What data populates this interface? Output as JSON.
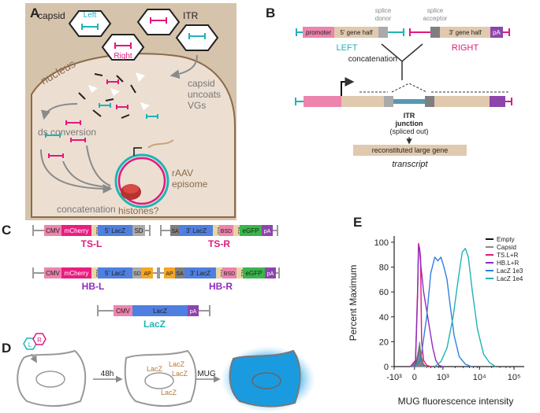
{
  "panels": {
    "A": "A",
    "B": "B",
    "C": "C",
    "D": "D",
    "E": "E"
  },
  "colors": {
    "cyan": "#1fb3b8",
    "magenta": "#e0197d",
    "purple": "#8e2bbf",
    "tan": "#e0c9ae",
    "cellbg": "#d6c3ab",
    "nucleusbg": "#ecdfd2",
    "cmv": "#ec84ad",
    "mcherry": "#e91e80",
    "lacz": "#4f7fe0",
    "sd": "#aaaaaa",
    "ap": "#f5a623",
    "bsd": "#ec84ad",
    "egfp": "#39b54a",
    "pa": "#8e44ad",
    "sa": "#7f7f7f",
    "t2a": "#e9d4a6"
  },
  "icons": [
    "capsid-hexagon-icon",
    "itr-hairpin-icon",
    "histone-icon",
    "promoter-arrow-icon",
    "virus-particle-icon",
    "cell-outline-icon"
  ],
  "panelA": {
    "capsid": "capsid",
    "left": "Left",
    "right": "Right",
    "itr": "ITR",
    "nucleus": "nucleus",
    "uncoat": [
      "capsid",
      "uncoats",
      "VGs"
    ],
    "ds": "ds conversion",
    "concat": "concatenation",
    "histones": "histones?",
    "episome": [
      "rAAV",
      "episome"
    ]
  },
  "panelB": {
    "promoter": "promoter",
    "gene5": "5' gene half",
    "splice_donor": [
      "splice",
      "donor"
    ],
    "splice_acceptor": [
      "splice",
      "acceptor"
    ],
    "gene3": "3' gene half",
    "pa": "pA",
    "left": "LEFT",
    "right": "RIGHT",
    "concatenation": "concatenation",
    "itr": "ITR",
    "junction": "junction",
    "spliced": "(spliced out)",
    "reconstituted": "reconstituted large gene",
    "transcript": "transcript"
  },
  "panelC": {
    "tsl": {
      "label": "TS-L",
      "elements": [
        "CMV",
        "mCherry",
        "P2A",
        "5' LacZ",
        "SD"
      ]
    },
    "tsr": {
      "label": "TS-R",
      "elements": [
        "SA",
        "3' LacZ",
        "P2A",
        "BSD",
        "T2A",
        "eGFP",
        "pA"
      ]
    },
    "hbl": {
      "label": "HB-L",
      "elements": [
        "CMV",
        "mCherry",
        "P2A",
        "5' LacZ",
        "SD",
        "AP"
      ]
    },
    "hbr": {
      "label": "HB-R",
      "elements": [
        "AP",
        "SA",
        "3' LacZ",
        "P2A",
        "BSD",
        "T2A",
        "eGFP",
        "pA"
      ]
    },
    "lacz": {
      "label": "LacZ",
      "elements": [
        "CMV",
        "LacZ",
        "pA"
      ]
    }
  },
  "panelD": {
    "l": "L",
    "r": "R",
    "time": "48h",
    "lacz": "LacZ",
    "mug": "MUG"
  },
  "chart_data": {
    "type": "line",
    "xlabel": "MUG fluorescence intensity",
    "ylabel": "Percent Maximum",
    "x_ticks": [
      "-10³",
      "0",
      "10³",
      "10⁴",
      "10⁵"
    ],
    "y_ticks": [
      0,
      20,
      40,
      60,
      80,
      100
    ],
    "ylim": [
      0,
      105
    ],
    "legend_position": "top-right",
    "series": [
      {
        "name": "Empty",
        "color": "#111111",
        "points": [
          [
            -0.35,
            0
          ],
          [
            -0.2,
            1
          ],
          [
            -0.1,
            4
          ],
          [
            0,
            12
          ],
          [
            0.05,
            18
          ],
          [
            0.12,
            8
          ],
          [
            0.25,
            1
          ],
          [
            0.4,
            0
          ]
        ]
      },
      {
        "name": "Capsid",
        "color": "#888888",
        "points": [
          [
            -0.35,
            0
          ],
          [
            -0.2,
            2
          ],
          [
            -0.1,
            6
          ],
          [
            0,
            14
          ],
          [
            0.05,
            20
          ],
          [
            0.12,
            10
          ],
          [
            0.25,
            2
          ],
          [
            0.4,
            0
          ]
        ]
      },
      {
        "name": "TS.L+R",
        "color": "#e0197d",
        "points": [
          [
            -0.4,
            0
          ],
          [
            -0.15,
            5
          ],
          [
            -0.05,
            60
          ],
          [
            0,
            99
          ],
          [
            0.05,
            95
          ],
          [
            0.1,
            88
          ],
          [
            0.15,
            20
          ],
          [
            0.25,
            5
          ],
          [
            0.4,
            1
          ],
          [
            0.6,
            0
          ]
        ]
      },
      {
        "name": "HB.L+R",
        "color": "#8e2bbf",
        "points": [
          [
            -0.4,
            0
          ],
          [
            -0.15,
            4
          ],
          [
            -0.05,
            55
          ],
          [
            0,
            97
          ],
          [
            0.05,
            94
          ],
          [
            0.12,
            80
          ],
          [
            0.25,
            60
          ],
          [
            0.4,
            45
          ],
          [
            0.55,
            30
          ],
          [
            0.7,
            15
          ],
          [
            0.85,
            5
          ],
          [
            1.0,
            1
          ],
          [
            1.2,
            0
          ]
        ]
      },
      {
        "name": "LacZ 1e3",
        "color": "#2f7fe0",
        "points": [
          [
            -0.2,
            0
          ],
          [
            0.1,
            5
          ],
          [
            0.4,
            40
          ],
          [
            0.6,
            75
          ],
          [
            0.8,
            88
          ],
          [
            0.95,
            85
          ],
          [
            1.1,
            88
          ],
          [
            1.25,
            80
          ],
          [
            1.4,
            70
          ],
          [
            1.55,
            50
          ],
          [
            1.75,
            25
          ],
          [
            2.0,
            8
          ],
          [
            2.3,
            2
          ],
          [
            2.6,
            0
          ]
        ]
      },
      {
        "name": "LacZ 1e4",
        "color": "#1fb3b8",
        "points": [
          [
            0.8,
            0
          ],
          [
            1.1,
            4
          ],
          [
            1.4,
            15
          ],
          [
            1.7,
            40
          ],
          [
            1.95,
            70
          ],
          [
            2.15,
            92
          ],
          [
            2.3,
            95
          ],
          [
            2.45,
            88
          ],
          [
            2.65,
            60
          ],
          [
            2.9,
            30
          ],
          [
            3.2,
            10
          ],
          [
            3.5,
            3
          ],
          [
            3.8,
            0
          ]
        ]
      }
    ]
  }
}
